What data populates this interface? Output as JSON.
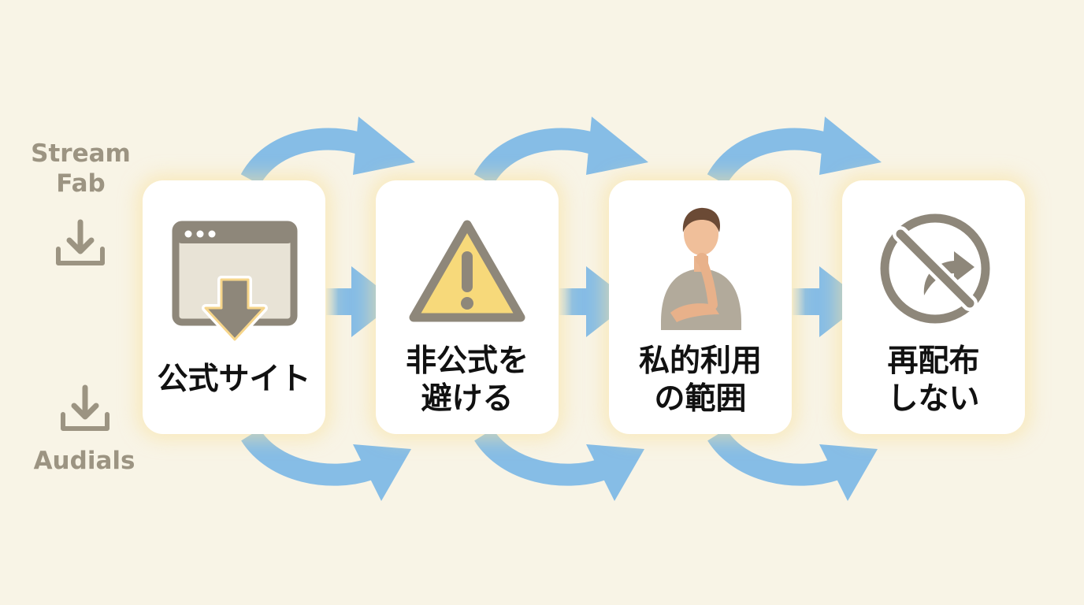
{
  "sources": {
    "top": {
      "lines": [
        "Stream",
        "Fab"
      ],
      "icon": "download-icon"
    },
    "bottom": {
      "lines": [
        "Audials"
      ],
      "icon": "download-icon"
    }
  },
  "steps": [
    {
      "icon": "browser-download-icon",
      "lines": [
        "公式サイト"
      ]
    },
    {
      "icon": "warning-icon",
      "lines": [
        "非公式を",
        "避ける"
      ]
    },
    {
      "icon": "thinking-person-icon",
      "lines": [
        "私的利用",
        "の範囲"
      ]
    },
    {
      "icon": "no-share-icon",
      "lines": [
        "再配布",
        "しない"
      ]
    }
  ],
  "colors": {
    "background": "#f8f4e6",
    "arrow": "#86bde6",
    "icon_gray": "#8e877a",
    "warning_yellow": "#f7d97a",
    "label_gray": "#9c9482"
  }
}
